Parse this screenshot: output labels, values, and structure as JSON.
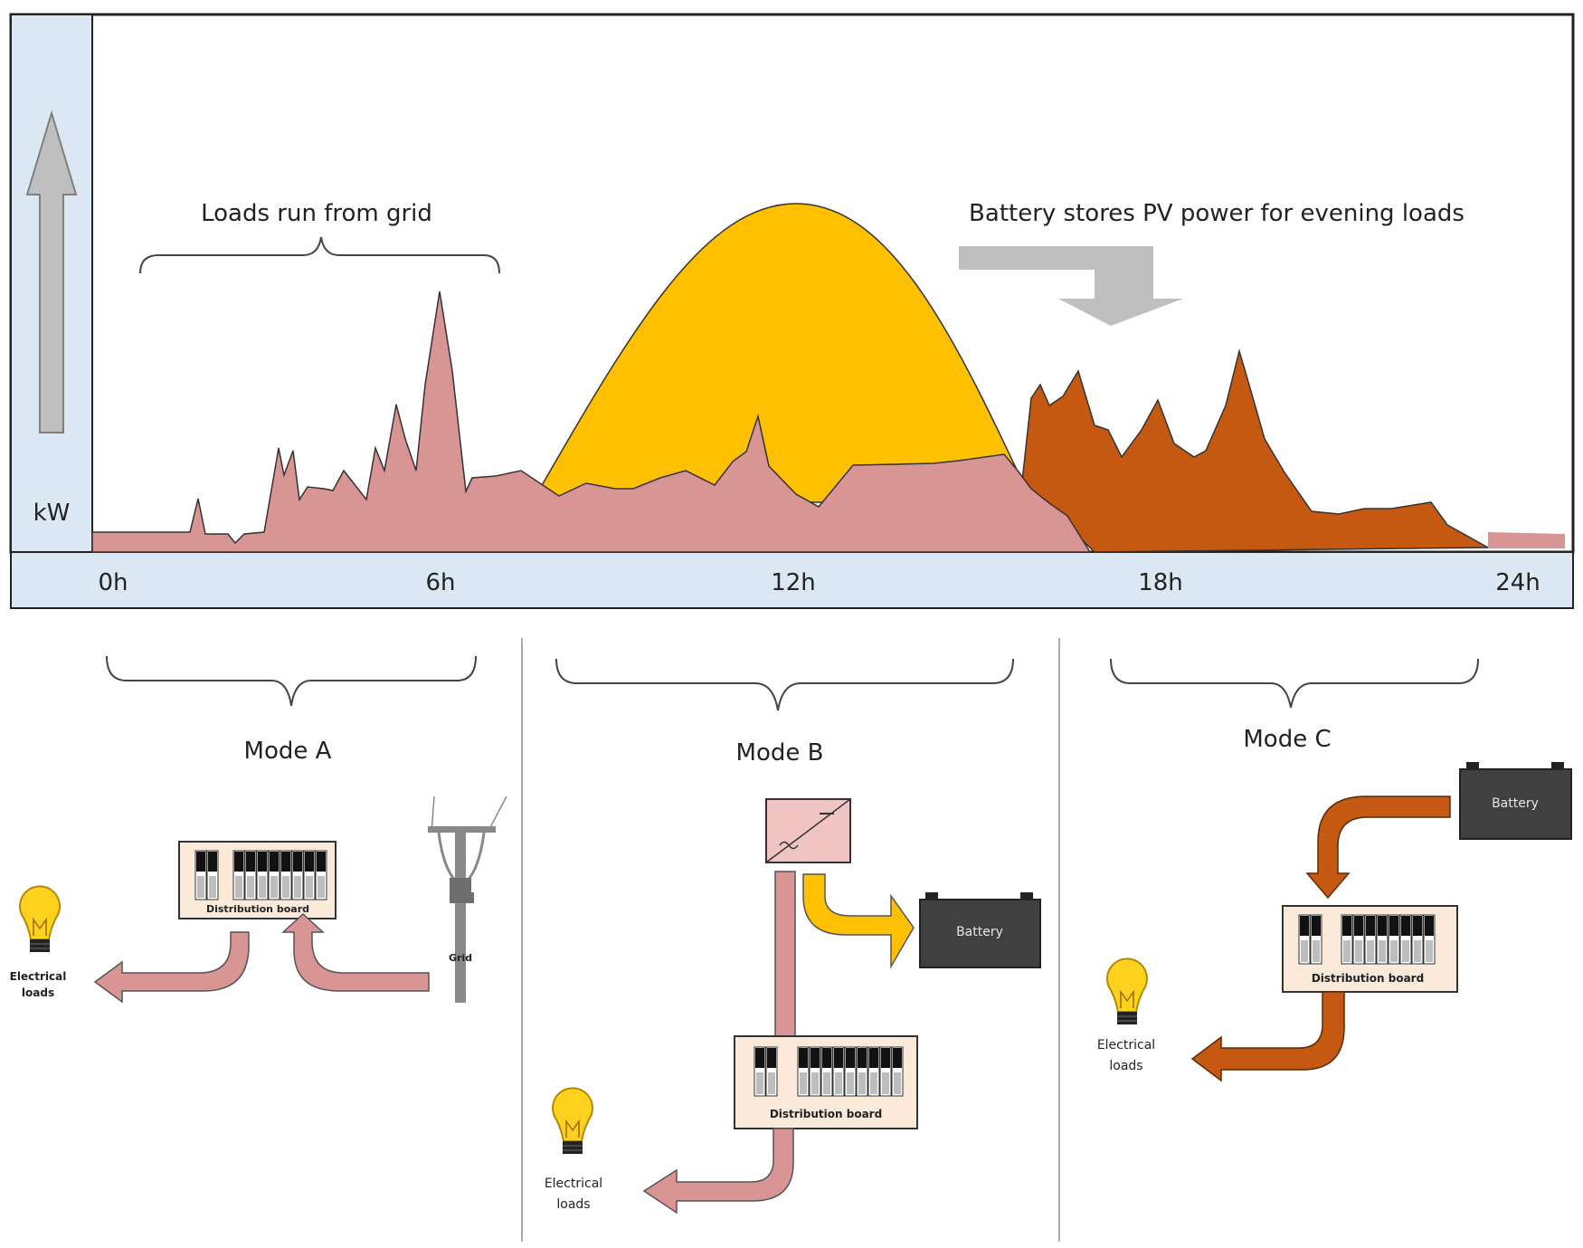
{
  "chart": {
    "y_unit": "kW",
    "x_ticks": [
      "0h",
      "6h",
      "12h",
      "18h",
      "24h"
    ],
    "grid_bracket_label": "Loads run from grid",
    "battery_annotation": "Battery stores PV power for evening loads"
  },
  "modes": {
    "a": {
      "title": "Mode A",
      "distribution_board": "Distribution board",
      "grid_label": "Grid",
      "loads_label_line1": "Electrical",
      "loads_label_line2": "loads"
    },
    "b": {
      "title": "Mode B",
      "battery_label": "Battery",
      "distribution_board": "Distribution board",
      "loads_label_line1": "Electrical",
      "loads_label_line2": "loads"
    },
    "c": {
      "title": "Mode C",
      "battery_label": "Battery",
      "distribution_board": "Distribution board",
      "loads_label_line1": "Electrical",
      "loads_label_line2": "loads"
    }
  },
  "colors": {
    "load": "#d99594",
    "pv": "#ffc000",
    "battery_discharge": "#c65911",
    "axis_panel": "#dbe7f3",
    "arrow_grey": "#bfbfbf",
    "battery_body": "#404040",
    "board_fill": "#fbe9d9",
    "bulb": "#ffd21f"
  }
}
